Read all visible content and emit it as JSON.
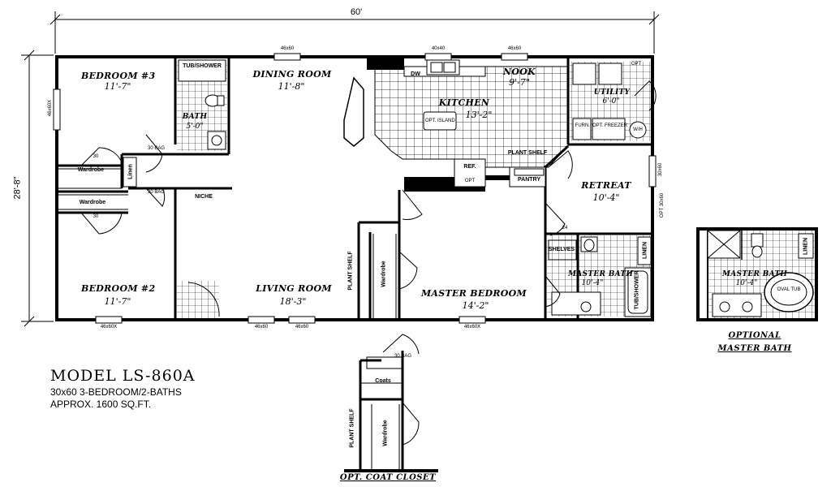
{
  "overall": {
    "width": "60'",
    "depth": "28'-8\""
  },
  "rooms": {
    "bedroom3": {
      "name": "BEDROOM #3",
      "dim": "11'-7\""
    },
    "dining": {
      "name": "DINING ROOM",
      "dim": "11'-8\""
    },
    "nook": {
      "name": "NOOK",
      "dim": "9'-7\""
    },
    "kitchen": {
      "name": "KITCHEN",
      "dim": "13'-2\""
    },
    "utility": {
      "name": "UTILITY",
      "dim": "6'-0\""
    },
    "bath": {
      "name": "BATH",
      "dim": "5'-0\""
    },
    "retreat": {
      "name": "RETREAT",
      "dim": "10'-4\""
    },
    "bedroom2": {
      "name": "BEDROOM #2",
      "dim": "11'-7\""
    },
    "living": {
      "name": "LIVING ROOM",
      "dim": "18'-3\""
    },
    "master": {
      "name": "MASTER BEDROOM",
      "dim": "14'-2\""
    },
    "master_bath": {
      "name": "MASTER BATH",
      "dim": "10'-4\""
    },
    "opt_master_bath": {
      "name": "MASTER BATH",
      "dim": "10'-4\""
    }
  },
  "small_labels": {
    "tub_shower": "TUB/SHOWER",
    "tub_shower2": "TUB/SHOWER",
    "wardrobe_a": "Wardrobe",
    "wardrobe_b": "Wardrobe",
    "wardrobe_c": "Wardrobe",
    "wardrobe_d": "Wardrobe",
    "linen_a": "Linen",
    "linen_b": "LINEN",
    "linen_c": "LINEN",
    "niche": "NICHE",
    "plant_shelf_a": "PLANT SHELF",
    "plant_shelf_b": "PLANT SHELF",
    "plant_shelf_c": "PLANT SHELF",
    "pantry": "PANTRY",
    "ref": "REF.",
    "opt_a": "OPT",
    "opt_b": "OPT",
    "opt_island": "OPT. ISLAND",
    "dw": "DW",
    "furn": "FURN",
    "opt_freezer": "OPT. FREEZER",
    "wh": "W/H",
    "shelves": "SHELVES",
    "oval_tub": "OVAL TUB",
    "coats": "Coats",
    "opt_retreat": "OPT 30x60",
    "win_top_1": "46x60",
    "win_top_2": "40x40",
    "win_top_3": "46x60",
    "win_bot_1": "46x60X",
    "win_bot_2": "46x60",
    "win_bot_3": "46x60",
    "win_bot_4": "46x60X",
    "win_left": "46x60X",
    "win_right": "30x60",
    "door_30": "30",
    "door_30_bag": "30 BAG",
    "door_24": "24"
  },
  "model": {
    "title": "MODEL LS-860A",
    "line1": "30x60 3-BEDROOM/2-BATHS",
    "line2": "APPROX. 1600 SQ.FT."
  },
  "captions": {
    "optional_master_bath_1": "OPTIONAL",
    "optional_master_bath_2": "MASTER BATH",
    "opt_coat_closet": "OPT. COAT CLOSET"
  }
}
